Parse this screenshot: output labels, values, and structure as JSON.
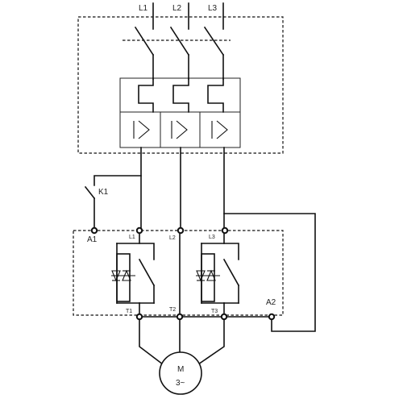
{
  "supply_labels": [
    "L1",
    "L2",
    "L3"
  ],
  "relay_label": "K1",
  "softstarter": {
    "control_terminal_a1": "A1",
    "control_terminal_a2": "A2",
    "input_labels": [
      "L1",
      "L2",
      "L3"
    ],
    "output_labels": [
      "T1",
      "T2",
      "T3"
    ]
  },
  "motor": {
    "letter": "M",
    "phase": "3~"
  }
}
